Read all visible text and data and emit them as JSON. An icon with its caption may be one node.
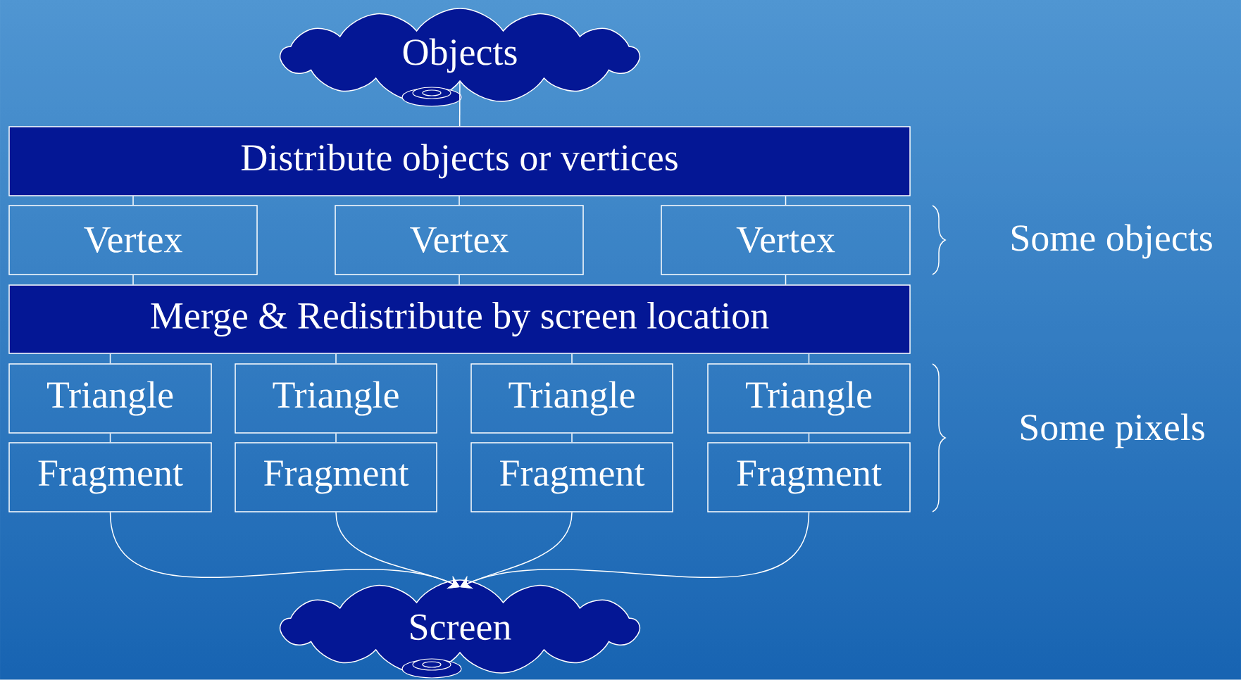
{
  "diagram": {
    "nodes": [
      {
        "text": [
          "Objects"
        ]
      },
      {
        "text": [
          "Distribute objects or vertices"
        ]
      },
      {
        "text": [
          "Vertex"
        ]
      },
      {
        "text": [
          "Vertex"
        ]
      },
      {
        "text": [
          "Vertex"
        ]
      },
      {
        "text": [
          "Merge & Redistribute by screen location"
        ]
      },
      {
        "text": [
          "Triangle"
        ]
      },
      {
        "text": [
          "Triangle"
        ]
      },
      {
        "text": [
          "Triangle"
        ]
      },
      {
        "text": [
          "Triangle"
        ]
      },
      {
        "text": [
          "Fragment"
        ]
      },
      {
        "text": [
          "Fragment"
        ]
      },
      {
        "text": [
          "Fragment"
        ]
      },
      {
        "text": [
          "Fragment"
        ]
      },
      {
        "text": [
          "Screen"
        ]
      }
    ],
    "edges": [
      {
        "from": 0,
        "to": 1,
        "arrow": "none"
      },
      {
        "from": 1,
        "to": 2,
        "arrow": "none"
      },
      {
        "from": 1,
        "to": 3,
        "arrow": "none"
      },
      {
        "from": 1,
        "to": 4,
        "arrow": "none"
      },
      {
        "from": 2,
        "to": 5,
        "arrow": "none"
      },
      {
        "from": 3,
        "to": 5,
        "arrow": "none"
      },
      {
        "from": 4,
        "to": 5,
        "arrow": "none"
      },
      {
        "from": 5,
        "to": 6,
        "arrow": "none"
      },
      {
        "from": 5,
        "to": 7,
        "arrow": "none"
      },
      {
        "from": 5,
        "to": 8,
        "arrow": "none"
      },
      {
        "from": 5,
        "to": 9,
        "arrow": "none"
      },
      {
        "from": 6,
        "to": 10,
        "arrow": "none"
      },
      {
        "from": 7,
        "to": 11,
        "arrow": "none"
      },
      {
        "from": 8,
        "to": 12,
        "arrow": "none"
      },
      {
        "from": 9,
        "to": 13,
        "arrow": "none"
      },
      {
        "from": 10,
        "to": 14,
        "arrow": "to"
      },
      {
        "from": 11,
        "to": 14,
        "arrow": "to"
      },
      {
        "from": 12,
        "to": 14,
        "arrow": "to"
      },
      {
        "from": 13,
        "to": 14,
        "arrow": "to"
      }
    ],
    "labels": [
      "Some objects",
      "Some pixels"
    ]
  }
}
